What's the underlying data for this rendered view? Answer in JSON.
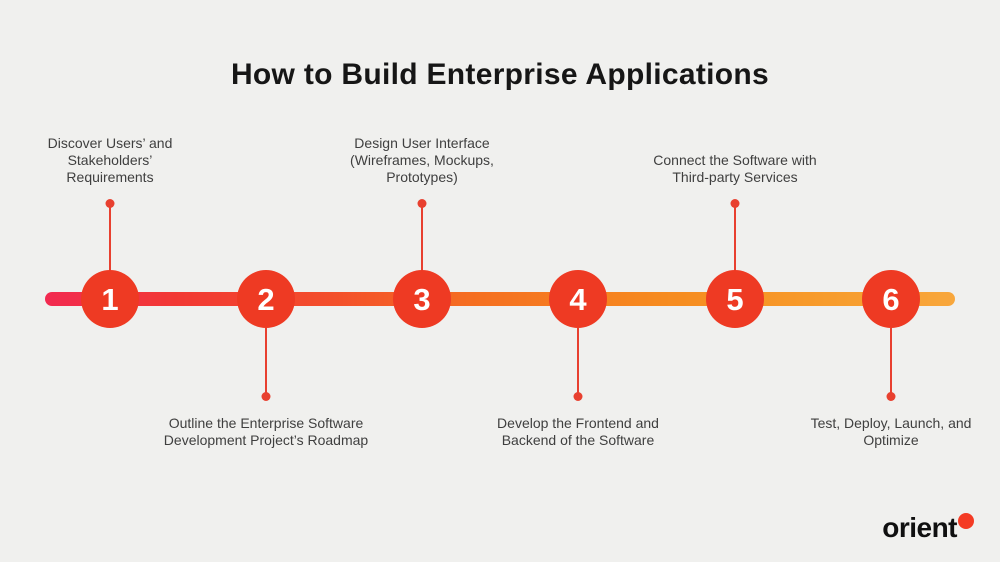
{
  "page": {
    "background_color": "#f0f0ee",
    "label_text_color": "#3f3f3f",
    "title_color": "#161616"
  },
  "title": "How to Build Enterprise Applications",
  "timeline": {
    "colors": {
      "bar_gradient_start": "#f22a50",
      "bar_gradient_mid": "#f57020",
      "bar_gradient_end": "#f8a73c",
      "node_fill": "#ee3a23",
      "node_number": "#ffffff",
      "connector": "#e8402f"
    },
    "steps": [
      {
        "number": "1",
        "position": "above",
        "label": "Discover Users’ and\nStakeholders’\nRequirements"
      },
      {
        "number": "2",
        "position": "below",
        "label": "Outline the Enterprise Software\nDevelopment Project’s Roadmap"
      },
      {
        "number": "3",
        "position": "above",
        "label": "Design User Interface\n(Wireframes, Mockups,\nPrototypes)"
      },
      {
        "number": "4",
        "position": "below",
        "label": "Develop the Frontend and\nBackend of the Software"
      },
      {
        "number": "5",
        "position": "above",
        "label": "Connect the Software with\nThird-party Services"
      },
      {
        "number": "6",
        "position": "below",
        "label": "Test, Deploy, Launch, and\nOptimize"
      }
    ]
  },
  "brand": {
    "name": "orient",
    "dot_color": "#f43b24"
  }
}
